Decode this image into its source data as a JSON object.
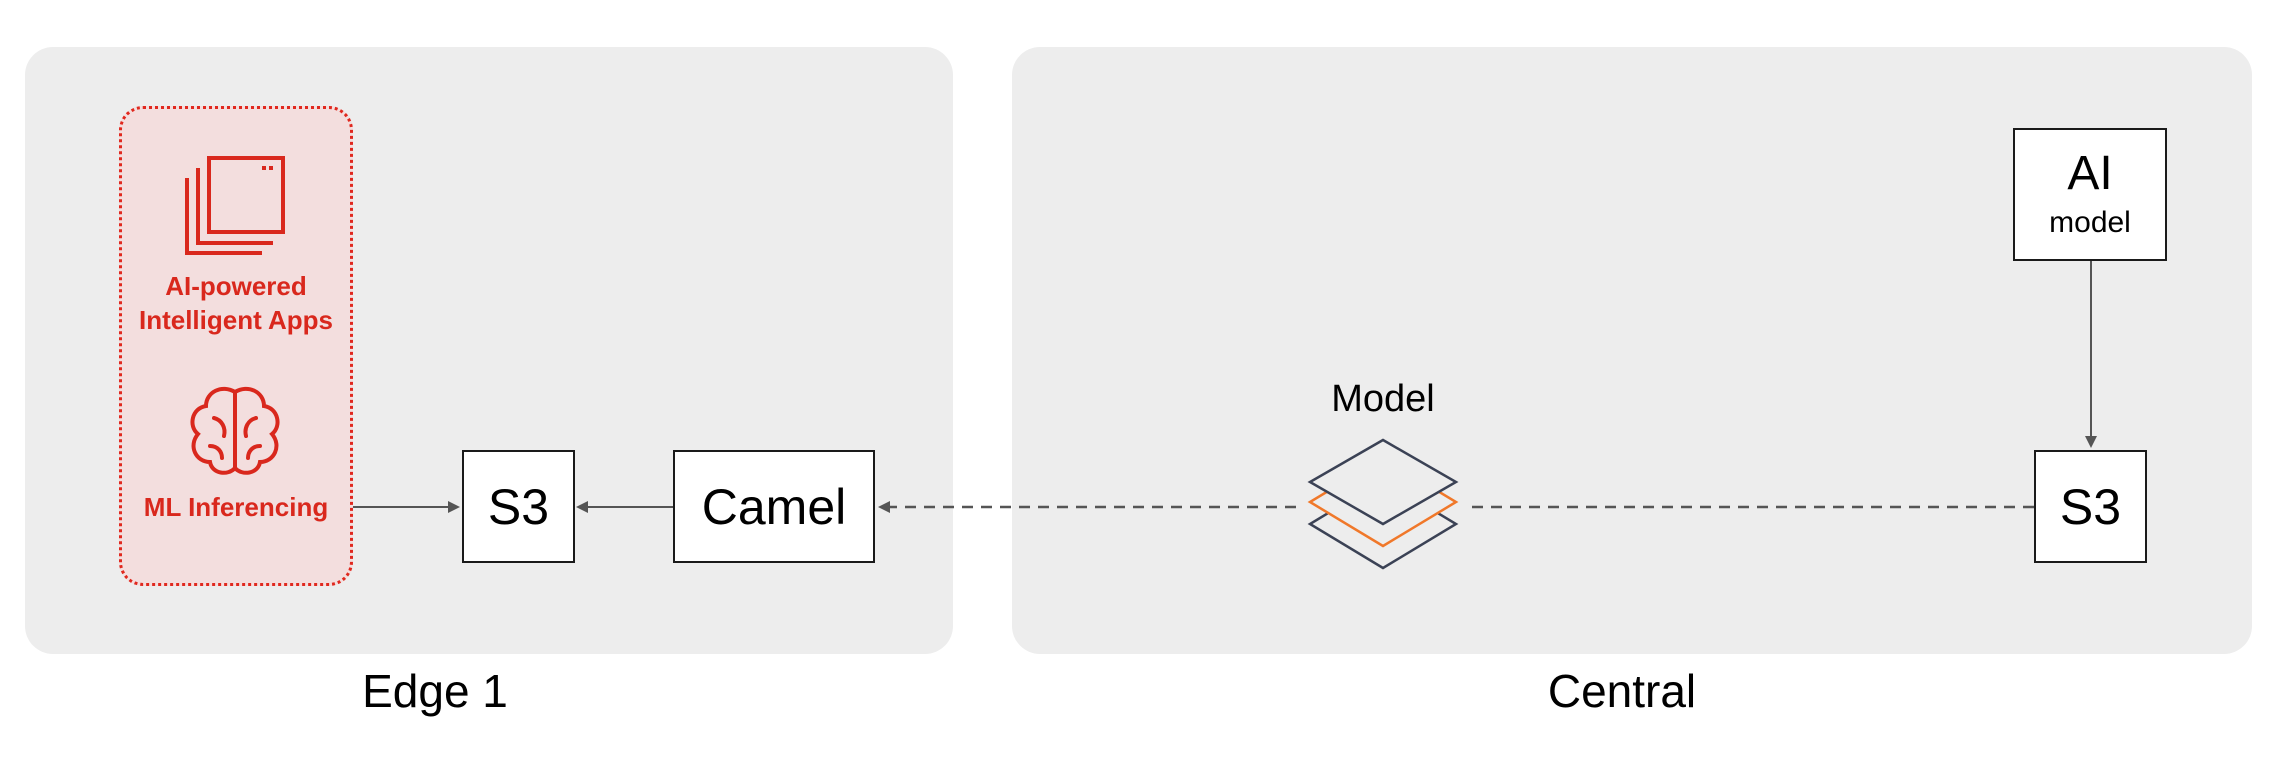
{
  "edge": {
    "label": "Edge 1",
    "group": {
      "apps_line1": "AI-powered",
      "apps_line2": "Intelligent Apps",
      "inferencing": "ML Inferencing"
    },
    "s3": "S3",
    "camel": "Camel"
  },
  "central": {
    "label": "Central",
    "model_label": "Model",
    "s3": "S3",
    "ai_main": "AI",
    "ai_sub": "model"
  },
  "colors": {
    "panel": "#ededed",
    "accent_red": "#e0281e",
    "group_fill": "#f3dede",
    "connector": "#555555",
    "layer_orange": "#f0782a",
    "layer_navy": "#3b4255"
  }
}
